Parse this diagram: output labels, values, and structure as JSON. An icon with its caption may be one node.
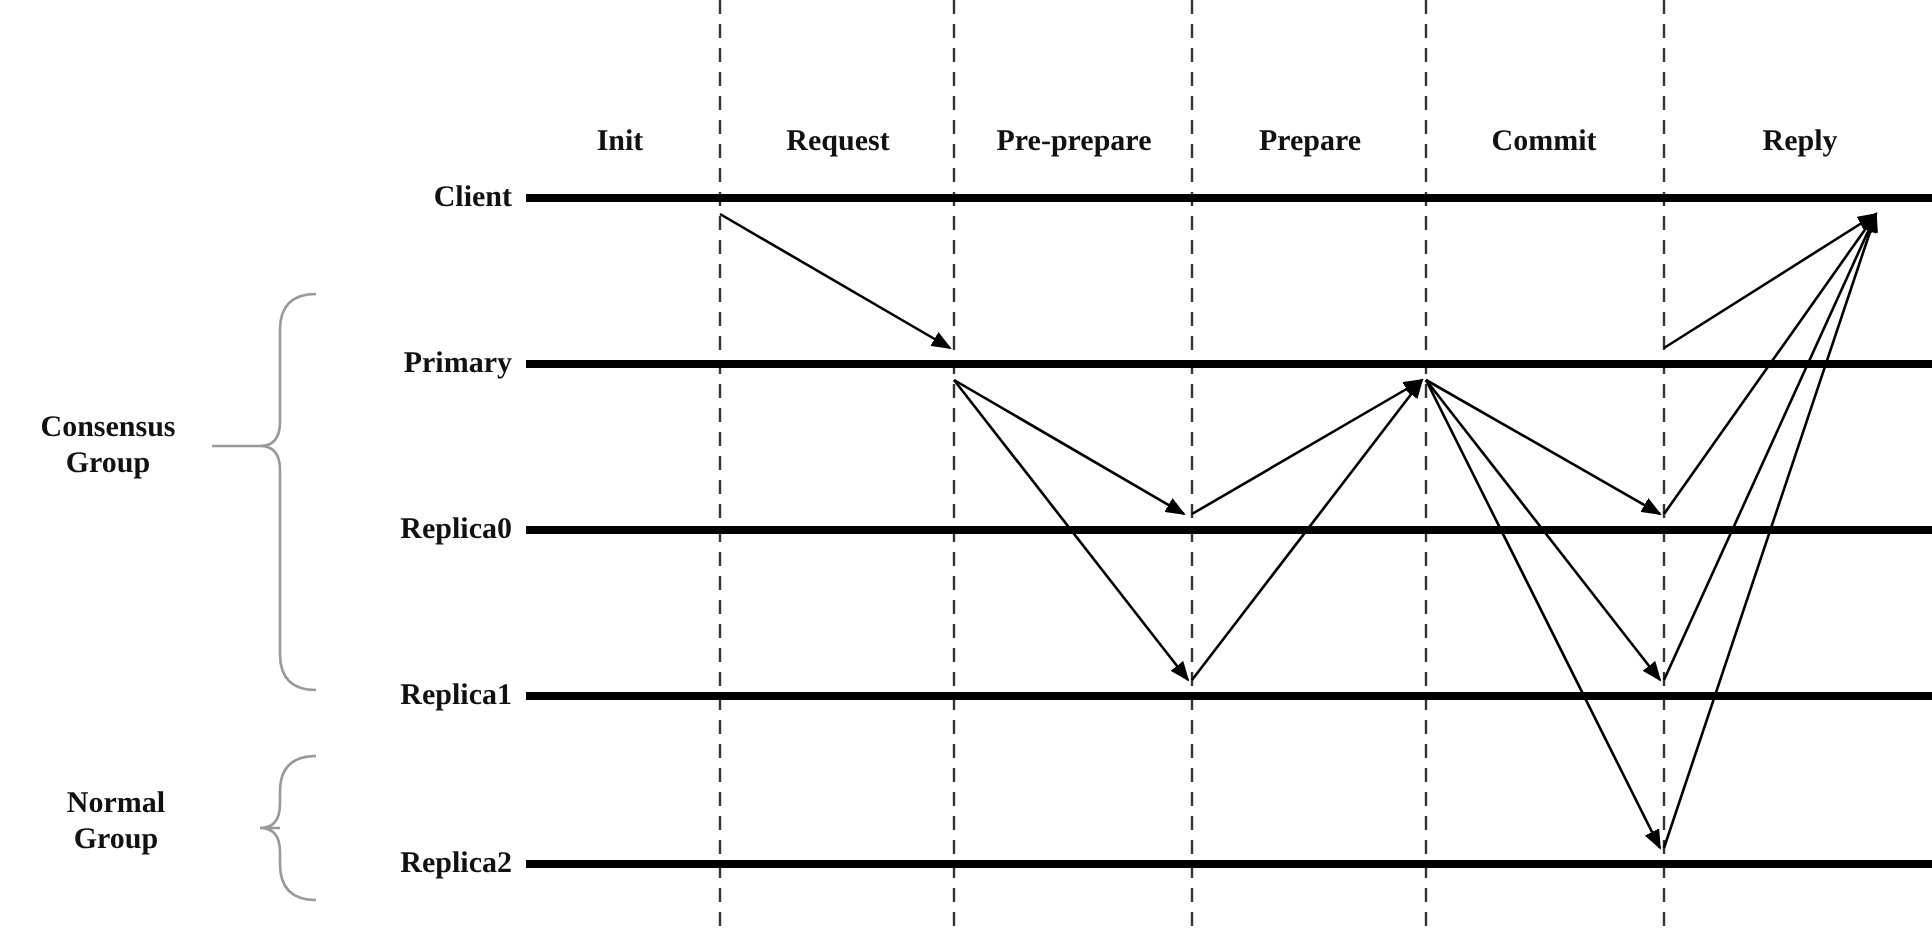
{
  "diagram": {
    "nodes": [
      {
        "text": [
          "Client"
        ]
      },
      {
        "text": [
          "Primary"
        ]
      },
      {
        "text": [
          "Replica0"
        ]
      },
      {
        "text": [
          "Replica1"
        ]
      },
      {
        "text": [
          "Replica2"
        ]
      }
    ],
    "edges": [
      {
        "from": 0,
        "to": 1,
        "arrow": "to"
      },
      {
        "from": 1,
        "to": 2,
        "arrow": "to"
      },
      {
        "from": 1,
        "to": 3,
        "arrow": "to"
      },
      {
        "from": 2,
        "to": 1,
        "arrow": "to"
      },
      {
        "from": 3,
        "to": 1,
        "arrow": "to"
      },
      {
        "from": 1,
        "to": 2,
        "arrow": "to"
      },
      {
        "from": 1,
        "to": 3,
        "arrow": "to"
      },
      {
        "from": 1,
        "to": 4,
        "arrow": "to"
      },
      {
        "from": 1,
        "to": 0,
        "arrow": "to"
      },
      {
        "from": 2,
        "to": 0,
        "arrow": "to"
      },
      {
        "from": 3,
        "to": 0,
        "arrow": "to"
      },
      {
        "from": 4,
        "to": 0,
        "arrow": "to"
      }
    ],
    "labels": [
      "Init",
      "Request",
      "Pre-prepare",
      "Prepare",
      "Commit",
      "Reply",
      "Consensus Group",
      "Normal Group"
    ]
  }
}
